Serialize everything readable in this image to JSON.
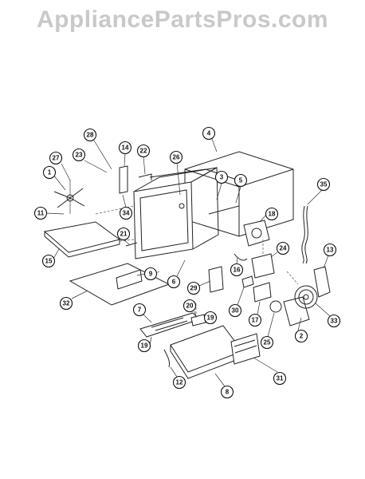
{
  "watermark": "AppliancePartsPros.com",
  "callouts": [
    {
      "label": "1"
    },
    {
      "label": "2"
    },
    {
      "label": "4"
    },
    {
      "label": "3"
    },
    {
      "label": "5"
    },
    {
      "label": "6"
    },
    {
      "label": "7"
    },
    {
      "label": "8"
    },
    {
      "label": "9"
    },
    {
      "label": "11"
    },
    {
      "label": "12"
    },
    {
      "label": "13"
    },
    {
      "label": "14"
    },
    {
      "label": "15"
    },
    {
      "label": "16"
    },
    {
      "label": "17"
    },
    {
      "label": "18"
    },
    {
      "label": "19"
    },
    {
      "label": "19"
    },
    {
      "label": "20"
    },
    {
      "label": "21"
    },
    {
      "label": "22"
    },
    {
      "label": "23"
    },
    {
      "label": "24"
    },
    {
      "label": "25"
    },
    {
      "label": "26"
    },
    {
      "label": "27"
    },
    {
      "label": "28"
    },
    {
      "label": "29"
    },
    {
      "label": "30"
    },
    {
      "label": "31"
    },
    {
      "label": "32"
    },
    {
      "label": "33"
    },
    {
      "label": "34"
    },
    {
      "label": "35"
    }
  ]
}
